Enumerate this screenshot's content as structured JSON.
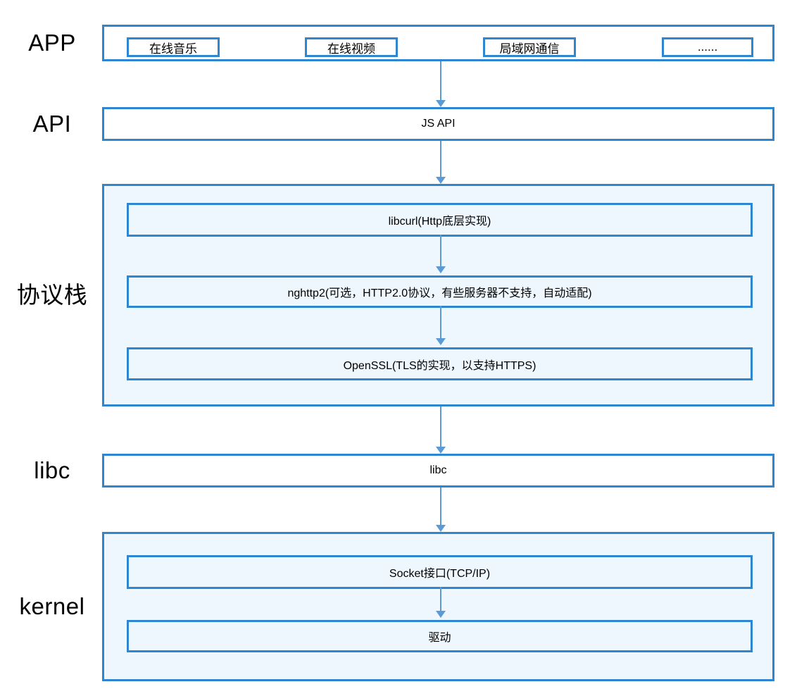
{
  "labels": {
    "app": "APP",
    "api": "API",
    "protocol": "协议栈",
    "libc": "libc",
    "kernel": "kernel"
  },
  "app_boxes": {
    "music": "在线音乐",
    "video": "在线视频",
    "lan": "局域网通信",
    "more": "......"
  },
  "api_box": "JS API",
  "protocol_boxes": {
    "libcurl": "libcurl(Http底层实现)",
    "nghttp2": "nghttp2(可选，HTTP2.0协议，有些服务器不支持，自动适配)",
    "openssl": "OpenSSL(TLS的实现，以支持HTTPS)"
  },
  "libc_box": "libc",
  "kernel_boxes": {
    "socket": "Socket接口(TCP/IP)",
    "driver": "驱动"
  },
  "colors": {
    "border_blue": "#2e86d1",
    "arrow_blue": "#5b9bd5",
    "panel_fill": "#eef7fd",
    "box_white": "#ffffff",
    "text_color": "#000000"
  }
}
